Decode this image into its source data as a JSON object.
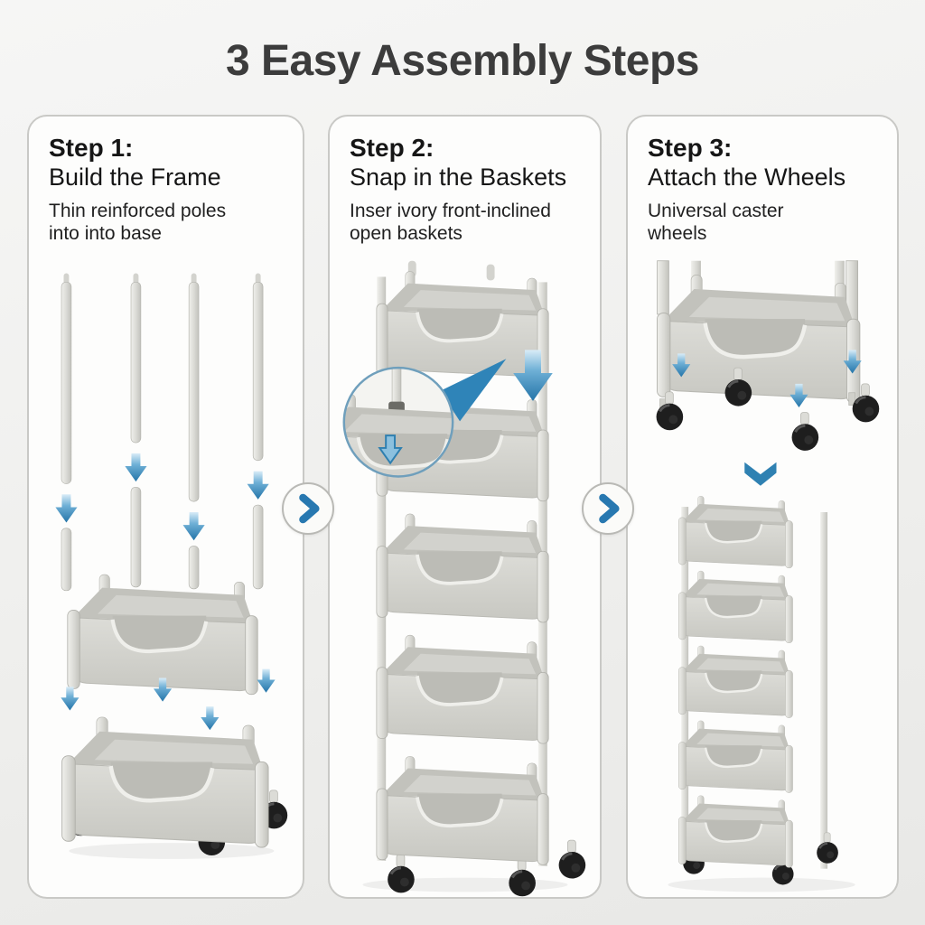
{
  "title": "3 Easy Assembly Steps",
  "steps": [
    {
      "step_label": "Step 1:",
      "heading": "Build the Frame",
      "description": "Thin reinforced poles\ninto into base"
    },
    {
      "step_label": "Step 2:",
      "heading": "Snap in the Baskets",
      "description": "Inser ivory front-inclined\nopen baskets"
    },
    {
      "step_label": "Step 3:",
      "heading": "Attach the Wheels",
      "description": "Universal caster\nwheels"
    }
  ],
  "icons": {
    "step_advance": "chevron-right-icon",
    "insert_direction": "down-arrow-icon",
    "detail_view": "magnifier-callout",
    "continue_down": "chevron-down-icon"
  },
  "colors": {
    "accent_blue": "#2e7fb0",
    "title_text": "#3c3c3c",
    "body_text": "#1f1f1f",
    "card_background": "#fdfdfc",
    "card_border": "#c9c9c6",
    "page_background": "#efefed",
    "basket_gray": "#d4d4cf",
    "pole_gray": "#d9d9d4",
    "wheel_black": "#1e1e1e"
  }
}
